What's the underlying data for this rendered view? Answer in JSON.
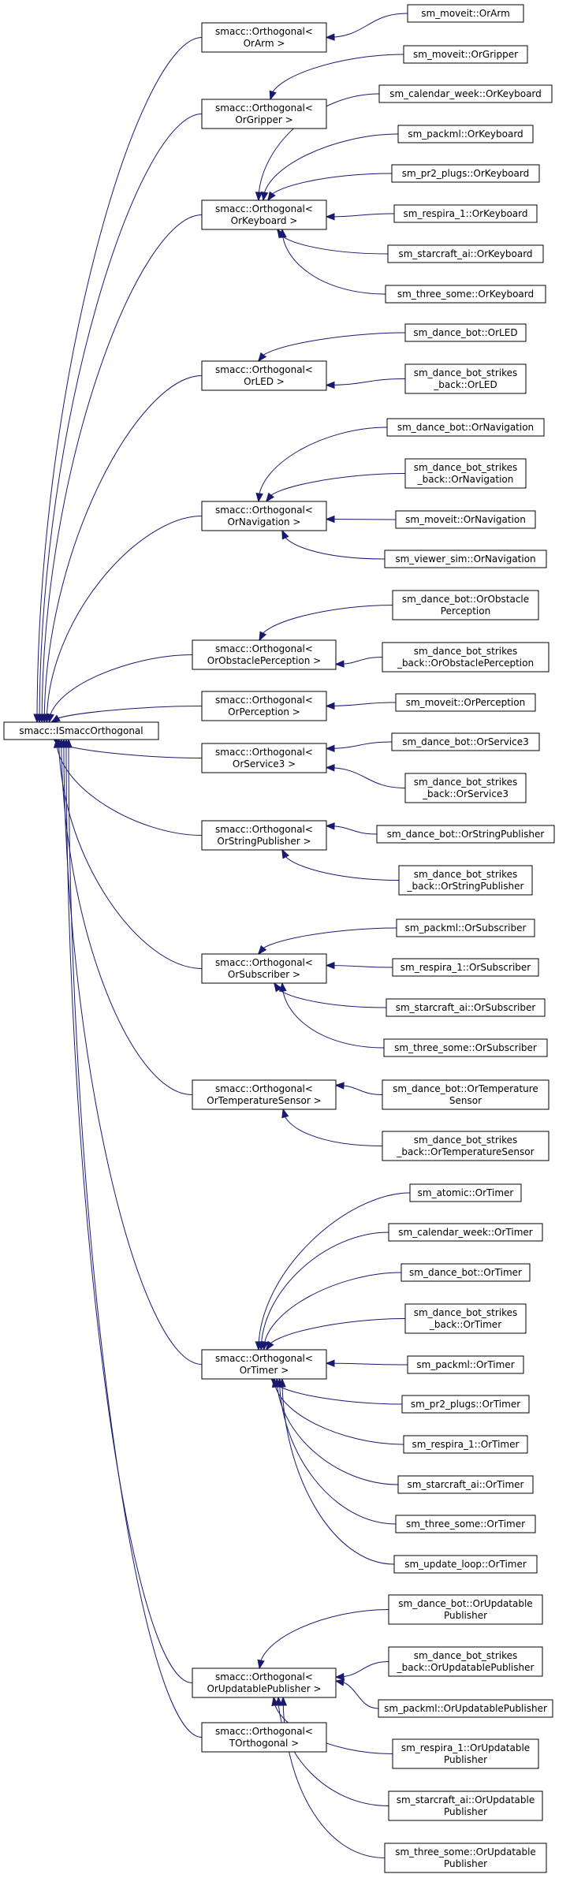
{
  "nodes": {
    "root": [
      "smacc::ISmaccOrthogonal"
    ],
    "orarm": [
      "smacc::Orthogonal<",
      "OrArm >"
    ],
    "orgripper": [
      "smacc::Orthogonal<",
      "OrGripper >"
    ],
    "orkeyboard": [
      "smacc::Orthogonal<",
      "OrKeyboard >"
    ],
    "orled": [
      "smacc::Orthogonal<",
      "OrLED >"
    ],
    "ornavigation": [
      "smacc::Orthogonal<",
      "OrNavigation >"
    ],
    "orobstacle": [
      "smacc::Orthogonal<",
      "OrObstaclePerception >"
    ],
    "orperception": [
      "smacc::Orthogonal<",
      "OrPerception >"
    ],
    "orservice3": [
      "smacc::Orthogonal<",
      "OrService3 >"
    ],
    "orstringpub": [
      "smacc::Orthogonal<",
      "OrStringPublisher >"
    ],
    "orsubscriber": [
      "smacc::Orthogonal<",
      "OrSubscriber >"
    ],
    "ortempsensor": [
      "smacc::Orthogonal<",
      "OrTemperatureSensor >"
    ],
    "ortimer": [
      "smacc::Orthogonal<",
      "OrTimer >"
    ],
    "orupdpub": [
      "smacc::Orthogonal<",
      "OrUpdatablePublisher >"
    ],
    "torthogonal": [
      "smacc::Orthogonal<",
      "TOrthogonal >"
    ],
    "moveit_orarm": [
      "sm_moveit::OrArm"
    ],
    "moveit_orgripper": [
      "sm_moveit::OrGripper"
    ],
    "calweek_orkeyboard": [
      "sm_calendar_week::OrKeyboard"
    ],
    "packml_orkeyboard": [
      "sm_packml::OrKeyboard"
    ],
    "pr2_orkeyboard": [
      "sm_pr2_plugs::OrKeyboard"
    ],
    "respira_orkeyboard": [
      "sm_respira_1::OrKeyboard"
    ],
    "starcraft_orkeyboard": [
      "sm_starcraft_ai::OrKeyboard"
    ],
    "threesome_orkeyboard": [
      "sm_three_some::OrKeyboard"
    ],
    "dance_orled": [
      "sm_dance_bot::OrLED"
    ],
    "dsb_orled": [
      "sm_dance_bot_strikes",
      "_back::OrLED"
    ],
    "dance_ornav": [
      "sm_dance_bot::OrNavigation"
    ],
    "dsb_ornav": [
      "sm_dance_bot_strikes",
      "_back::OrNavigation"
    ],
    "moveit_ornav": [
      "sm_moveit::OrNavigation"
    ],
    "viewer_ornav": [
      "sm_viewer_sim::OrNavigation"
    ],
    "dance_orobst": [
      "sm_dance_bot::OrObstacle",
      "Perception"
    ],
    "dsb_orobst": [
      "sm_dance_bot_strikes",
      "_back::OrObstaclePerception"
    ],
    "moveit_orperc": [
      "sm_moveit::OrPerception"
    ],
    "dance_orserv": [
      "sm_dance_bot::OrService3"
    ],
    "dsb_orserv": [
      "sm_dance_bot_strikes",
      "_back::OrService3"
    ],
    "dance_orstr": [
      "sm_dance_bot::OrStringPublisher"
    ],
    "dsb_orstr": [
      "sm_dance_bot_strikes",
      "_back::OrStringPublisher"
    ],
    "packml_orsub": [
      "sm_packml::OrSubscriber"
    ],
    "respira_orsub": [
      "sm_respira_1::OrSubscriber"
    ],
    "starcraft_orsub": [
      "sm_starcraft_ai::OrSubscriber"
    ],
    "threesome_orsub": [
      "sm_three_some::OrSubscriber"
    ],
    "dance_ortemp": [
      "sm_dance_bot::OrTemperature",
      "Sensor"
    ],
    "dsb_ortemp": [
      "sm_dance_bot_strikes",
      "_back::OrTemperatureSensor"
    ],
    "atomic_ortimer": [
      "sm_atomic::OrTimer"
    ],
    "calweek_ortimer": [
      "sm_calendar_week::OrTimer"
    ],
    "dance_ortimer": [
      "sm_dance_bot::OrTimer"
    ],
    "dsb_ortimer": [
      "sm_dance_bot_strikes",
      "_back::OrTimer"
    ],
    "packml_ortimer": [
      "sm_packml::OrTimer"
    ],
    "pr2_ortimer": [
      "sm_pr2_plugs::OrTimer"
    ],
    "respira_ortimer": [
      "sm_respira_1::OrTimer"
    ],
    "starcraft_ortimer": [
      "sm_starcraft_ai::OrTimer"
    ],
    "threesome_ortimer": [
      "sm_three_some::OrTimer"
    ],
    "updloop_ortimer": [
      "sm_update_loop::OrTimer"
    ],
    "dance_orupd": [
      "sm_dance_bot::OrUpdatable",
      "Publisher"
    ],
    "dsb_orupd": [
      "sm_dance_bot_strikes",
      "_back::OrUpdatablePublisher"
    ],
    "packml_orupd": [
      "sm_packml::OrUpdatablePublisher"
    ],
    "respira_orupd": [
      "sm_respira_1::OrUpdatable",
      "Publisher"
    ],
    "starcraft_orupd": [
      "sm_starcraft_ai::OrUpdatable",
      "Publisher"
    ],
    "threesome_orupd": [
      "sm_three_some::OrUpdatable",
      "Publisher"
    ]
  },
  "edges": [
    [
      "orarm",
      "root"
    ],
    [
      "orgripper",
      "root"
    ],
    [
      "orkeyboard",
      "root"
    ],
    [
      "orled",
      "root"
    ],
    [
      "ornavigation",
      "root"
    ],
    [
      "orobstacle",
      "root"
    ],
    [
      "orperception",
      "root"
    ],
    [
      "orservice3",
      "root"
    ],
    [
      "orstringpub",
      "root"
    ],
    [
      "orsubscriber",
      "root"
    ],
    [
      "ortempsensor",
      "root"
    ],
    [
      "ortimer",
      "root"
    ],
    [
      "orupdpub",
      "root"
    ],
    [
      "torthogonal",
      "root"
    ],
    [
      "moveit_orarm",
      "orarm"
    ],
    [
      "moveit_orgripper",
      "orgripper"
    ],
    [
      "calweek_orkeyboard",
      "orkeyboard"
    ],
    [
      "packml_orkeyboard",
      "orkeyboard"
    ],
    [
      "pr2_orkeyboard",
      "orkeyboard"
    ],
    [
      "respira_orkeyboard",
      "orkeyboard"
    ],
    [
      "starcraft_orkeyboard",
      "orkeyboard"
    ],
    [
      "threesome_orkeyboard",
      "orkeyboard"
    ],
    [
      "dance_orled",
      "orled"
    ],
    [
      "dsb_orled",
      "orled"
    ],
    [
      "dance_ornav",
      "ornavigation"
    ],
    [
      "dsb_ornav",
      "ornavigation"
    ],
    [
      "moveit_ornav",
      "ornavigation"
    ],
    [
      "viewer_ornav",
      "ornavigation"
    ],
    [
      "dance_orobst",
      "orobstacle"
    ],
    [
      "dsb_orobst",
      "orobstacle"
    ],
    [
      "moveit_orperc",
      "orperception"
    ],
    [
      "dance_orserv",
      "orservice3"
    ],
    [
      "dsb_orserv",
      "orservice3"
    ],
    [
      "dance_orstr",
      "orstringpub"
    ],
    [
      "dsb_orstr",
      "orstringpub"
    ],
    [
      "packml_orsub",
      "orsubscriber"
    ],
    [
      "respira_orsub",
      "orsubscriber"
    ],
    [
      "starcraft_orsub",
      "orsubscriber"
    ],
    [
      "threesome_orsub",
      "orsubscriber"
    ],
    [
      "dance_ortemp",
      "ortempsensor"
    ],
    [
      "dsb_ortemp",
      "ortempsensor"
    ],
    [
      "atomic_ortimer",
      "ortimer"
    ],
    [
      "calweek_ortimer",
      "ortimer"
    ],
    [
      "dance_ortimer",
      "ortimer"
    ],
    [
      "dsb_ortimer",
      "ortimer"
    ],
    [
      "packml_ortimer",
      "ortimer"
    ],
    [
      "pr2_ortimer",
      "ortimer"
    ],
    [
      "respira_ortimer",
      "ortimer"
    ],
    [
      "starcraft_ortimer",
      "ortimer"
    ],
    [
      "threesome_ortimer",
      "ortimer"
    ],
    [
      "updloop_ortimer",
      "ortimer"
    ],
    [
      "dance_orupd",
      "orupdpub"
    ],
    [
      "dsb_orupd",
      "orupdpub"
    ],
    [
      "packml_orupd",
      "orupdpub"
    ],
    [
      "respira_orupd",
      "orupdpub"
    ],
    [
      "starcraft_orupd",
      "orupdpub"
    ],
    [
      "threesome_orupd",
      "orupdpub"
    ]
  ]
}
